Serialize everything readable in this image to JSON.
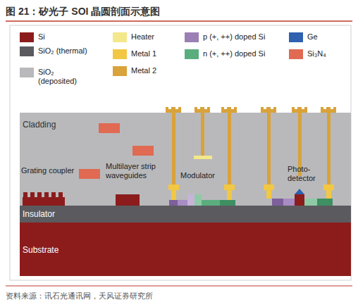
{
  "diagram": {
    "title": "图 21：矽光子 SOI 晶圆剖面示意图",
    "caption": "资料来源：讯石光通讯网，天风证券研究所",
    "nodes": [
      {
        "text": [
          "Cladding"
        ]
      },
      {
        "text": [
          "Insulator"
        ]
      },
      {
        "text": [
          "Substrate"
        ]
      }
    ],
    "labels": [
      "Grating coupler",
      "Multilayer strip waveguides",
      "Modulator",
      "Photo- detector"
    ],
    "legend": [
      {
        "text": "Si",
        "color": "#8c1c1c"
      },
      {
        "text": "SiO₂ (thermal)",
        "color": "#5b5b5f"
      },
      {
        "text": "SiO₂ (deposited)",
        "color": "#b9b9bb"
      },
      {
        "text": "Heater",
        "color": "#f3e88a"
      },
      {
        "text": "Metal 1",
        "color": "#f2c744"
      },
      {
        "text": "Metal 2",
        "color": "#d9a23a"
      },
      {
        "text": "p (+, ++) doped Si",
        "color": "#9b7fb5"
      },
      {
        "text": "n (+, ++) doped Si",
        "color": "#5aae7e"
      },
      {
        "text": "Ge",
        "color": "#3060b0"
      },
      {
        "text": "Si₃N₄",
        "color": "#e06a52"
      }
    ]
  }
}
